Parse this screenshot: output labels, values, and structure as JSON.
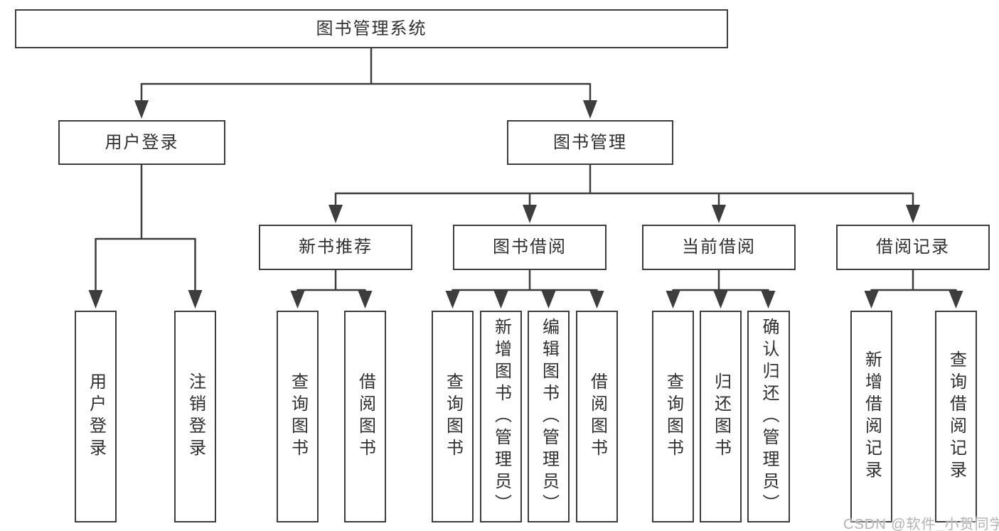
{
  "colors": {
    "line": "#3d3d3d",
    "box_border": "#3d3d3d",
    "box_fill": "#ffffff",
    "text": "#2f2f2f",
    "watermark": "#b2b2b2",
    "background": "#ffffff"
  },
  "nodes": {
    "root": "图书管理系统",
    "user_login": "用户登录",
    "book_management": "图书管理",
    "new_book_recommend": "新书推荐",
    "book_borrow": "图书借阅",
    "current_borrow": "当前借阅",
    "borrow_record": "借阅记录",
    "login": "用户登录",
    "logout": "注销登录",
    "nbr_query": "查询图书",
    "nbr_borrow": "借阅图书",
    "bb_query": "查询图书",
    "bb_add": "新增图书（管理员）",
    "bb_edit": "编辑图书（管理员）",
    "bb_borrow": "借阅图书",
    "cb_query": "查询图书",
    "cb_return": "归还图书",
    "cb_confirm": "确认归还（管理员）",
    "br_add": "新增借阅记录",
    "br_query": "查询借阅记录"
  },
  "watermark": "CSDN @软件_小贺同学"
}
